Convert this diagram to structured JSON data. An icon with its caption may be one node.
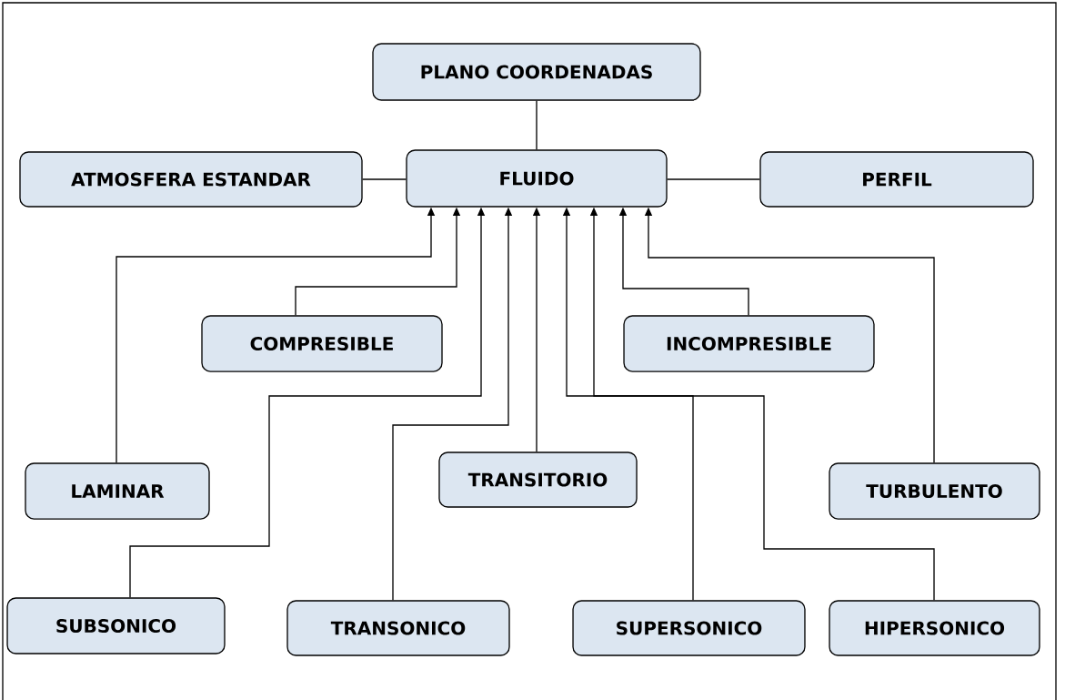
{
  "diagram": {
    "nodes": [
      {
        "text": [
          "PLANO COORDENADAS"
        ]
      },
      {
        "text": [
          "ATMOSFERA ESTANDAR"
        ]
      },
      {
        "text": [
          "FLUIDO"
        ]
      },
      {
        "text": [
          "PERFIL"
        ]
      },
      {
        "text": [
          "COMPRESIBLE"
        ]
      },
      {
        "text": [
          "INCOMPRESIBLE"
        ]
      },
      {
        "text": [
          "LAMINAR"
        ]
      },
      {
        "text": [
          "TRANSITORIO"
        ]
      },
      {
        "text": [
          "TURBULENTO"
        ]
      },
      {
        "text": [
          "SUBSONICO"
        ]
      },
      {
        "text": [
          "TRANSONICO"
        ]
      },
      {
        "text": [
          "SUPERSONICO"
        ]
      },
      {
        "text": [
          "HIPERSONICO"
        ]
      }
    ],
    "edges": [
      {
        "from": 0,
        "to": 2,
        "arrow": "none"
      },
      {
        "from": 1,
        "to": 2,
        "arrow": "none"
      },
      {
        "from": 2,
        "to": 3,
        "arrow": "none"
      },
      {
        "from": 6,
        "to": 2,
        "arrow": "to"
      },
      {
        "from": 4,
        "to": 2,
        "arrow": "to"
      },
      {
        "from": 9,
        "to": 2,
        "arrow": "to"
      },
      {
        "from": 10,
        "to": 2,
        "arrow": "to"
      },
      {
        "from": 7,
        "to": 2,
        "arrow": "to"
      },
      {
        "from": 11,
        "to": 2,
        "arrow": "to"
      },
      {
        "from": 12,
        "to": 2,
        "arrow": "to"
      },
      {
        "from": 5,
        "to": 2,
        "arrow": "to"
      },
      {
        "from": 8,
        "to": 2,
        "arrow": "to"
      }
    ]
  }
}
